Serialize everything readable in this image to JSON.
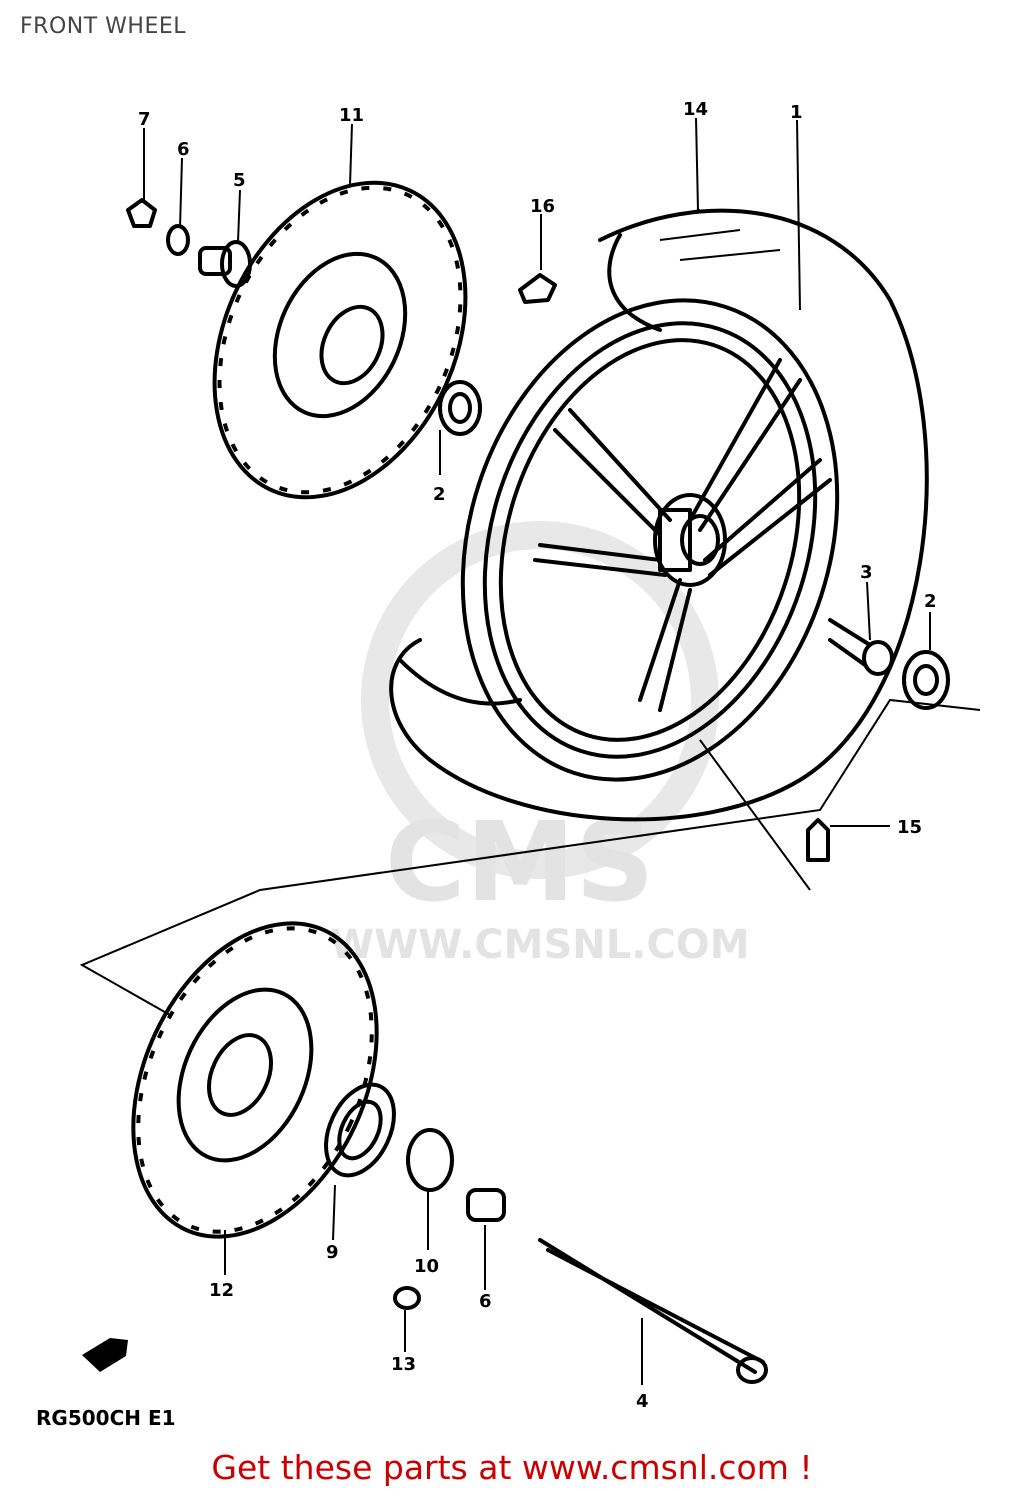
{
  "title": "FRONT WHEEL",
  "model_code": "RG500CH E1",
  "watermark": "WWW.CMSNL.COM",
  "watermark_logo": "CMS",
  "footer_link": "Get these parts at www.cmsnl.com !",
  "parts": {
    "p1": "1",
    "p2a": "2",
    "p2b": "2",
    "p3": "3",
    "p4": "4",
    "p5": "5",
    "p6a": "6",
    "p6b": "6",
    "p7": "7",
    "p9": "9",
    "p10": "10",
    "p11": "11",
    "p12": "12",
    "p13": "13",
    "p14": "14",
    "p15": "15",
    "p16": "16"
  },
  "colors": {
    "footer": "#cc0000",
    "title": "#444444",
    "watermark": "#e3e3e3"
  }
}
